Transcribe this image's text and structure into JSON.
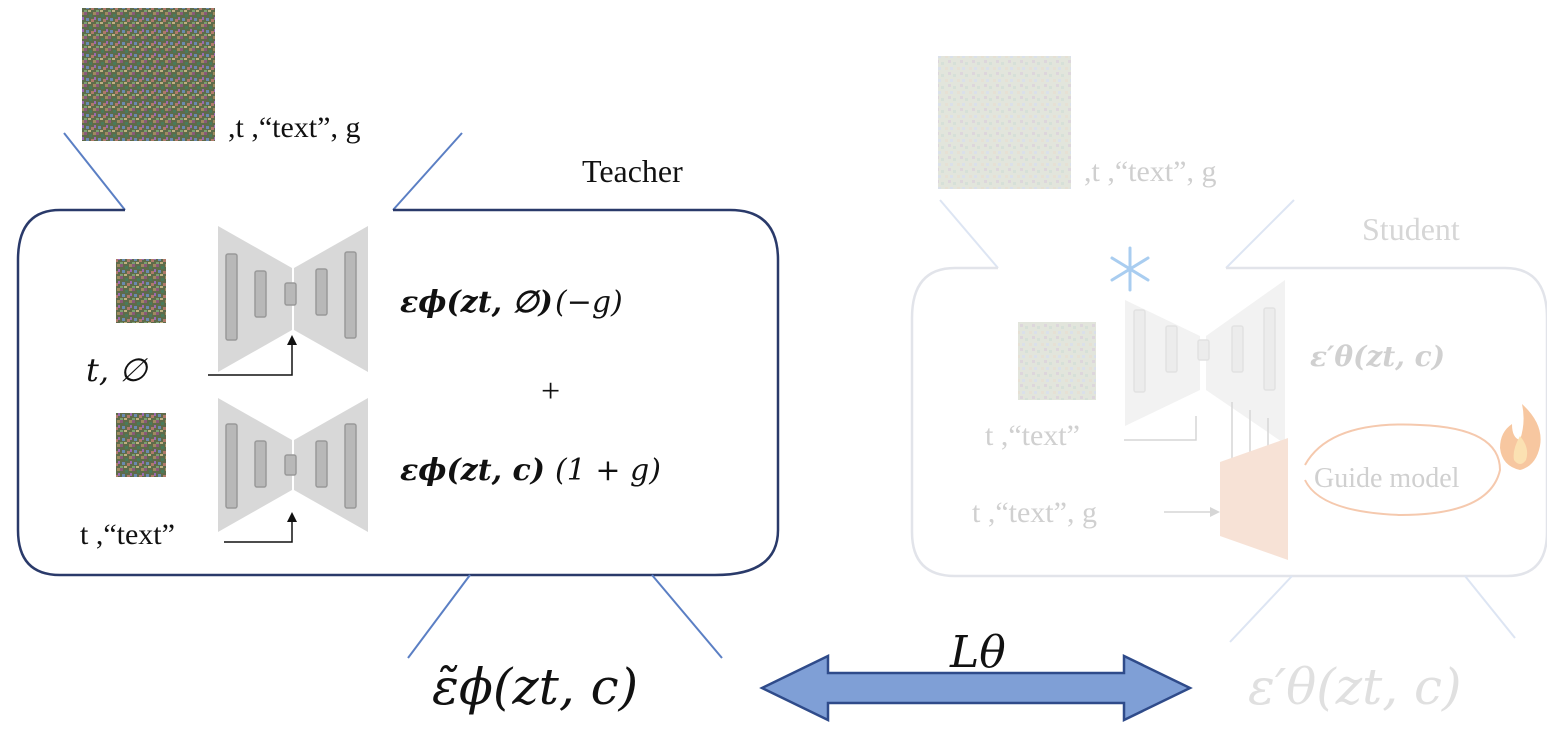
{
  "teacher": {
    "title": "Teacher",
    "input_label": ",t ,“text”, g",
    "uncond": {
      "cond_label": "t, ∅",
      "output": "εϕ(zt, ∅)",
      "weight": "(−g)"
    },
    "plus": "+",
    "cond": {
      "cond_label": "t ,“text”",
      "output": "εϕ(zt, c)",
      "weight": "(1 + g)"
    },
    "final_output": "ε̃ϕ(zt, c)"
  },
  "student": {
    "title": "Student",
    "input_label": ",t ,“text”, g",
    "frozen_icon": "snowflake-icon",
    "trainable_icon": "flame-icon",
    "cond_label": "t ,“text”",
    "guide_input_label": "t ,“text”, g",
    "output": "ε′θ(zt, c)",
    "guide_model_label": "Guide model",
    "final_output": "ε′θ(zt, c)"
  },
  "loss": {
    "label": "Lθ"
  },
  "colors": {
    "box_stroke": "#2a3a6a",
    "connector": "#5b7fc4",
    "unet_fill": "#d8d8d8",
    "unet_block": "#b8b8b8",
    "arrow_fill": "#7f9fd6",
    "arrow_stroke": "#2f4b8a",
    "student_faded": "#cfcfcf",
    "guide_fill": "#f7d9c8"
  }
}
